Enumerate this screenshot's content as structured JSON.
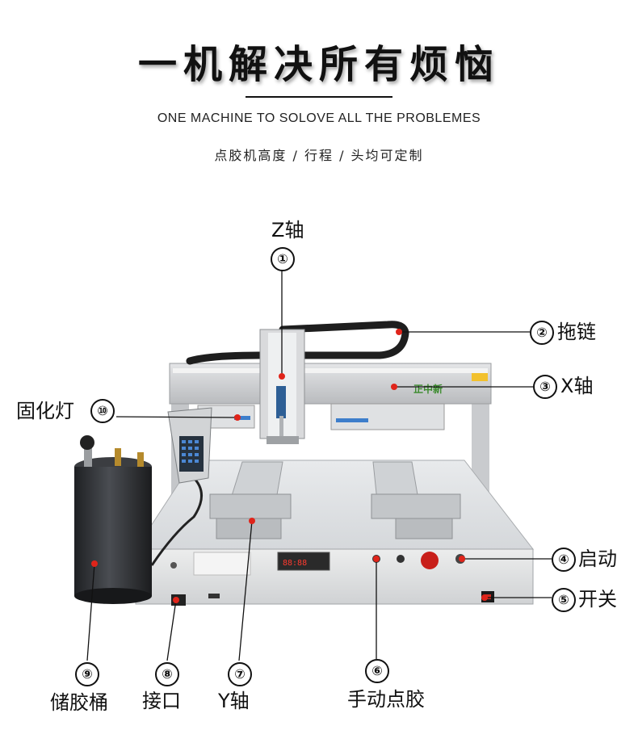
{
  "header": {
    "title": "一机解决所有烦恼",
    "subtitle_en": "ONE MACHINE TO SOLOVE ALL THE PROBLEMES",
    "subtitle_cn": "点胶机高度 / 行程 / 头均可定制"
  },
  "callouts": [
    {
      "num": "①",
      "label": "Z轴"
    },
    {
      "num": "②",
      "label": "拖链"
    },
    {
      "num": "③",
      "label": "X轴"
    },
    {
      "num": "④",
      "label": "启动"
    },
    {
      "num": "⑤",
      "label": "开关"
    },
    {
      "num": "⑥",
      "label": "手动点胶"
    },
    {
      "num": "⑦",
      "label": "Y轴"
    },
    {
      "num": "⑧",
      "label": "接口"
    },
    {
      "num": "⑨",
      "label": "储胶桶"
    },
    {
      "num": "⑩",
      "label": "固化灯"
    }
  ],
  "machine": {
    "brand_label": "正中新"
  },
  "colors": {
    "marker": "#e0241a",
    "frame": "#c9cacc",
    "tank": "#2b2d30"
  }
}
